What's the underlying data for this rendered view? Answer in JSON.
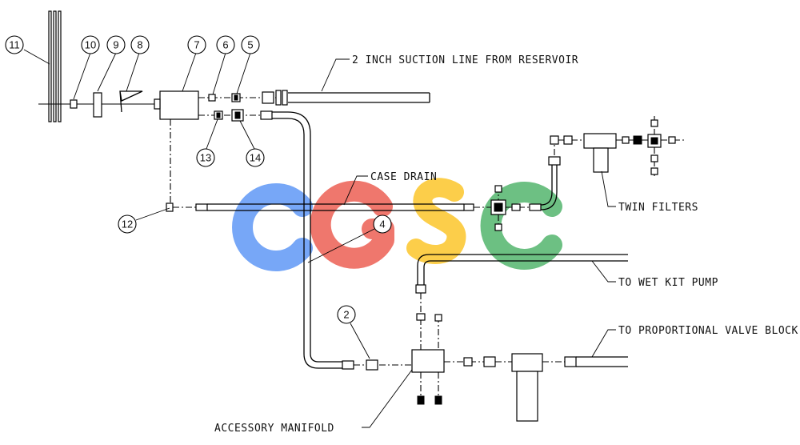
{
  "labels": {
    "suction_line": "2 INCH SUCTION LINE FROM RESERVOIR",
    "case_drain": "CASE DRAIN",
    "twin_filters": "TWIN FILTERS",
    "wet_kit_pump": "TO WET KIT PUMP",
    "proportional_valve": "TO PROPORTIONAL VALVE BLOCK",
    "accessory_manifold": "ACCESSORY MANIFOLD"
  },
  "callouts": [
    "11",
    "10",
    "9",
    "8",
    "7",
    "6",
    "5",
    "13",
    "14",
    "12",
    "4",
    "2"
  ],
  "watermark": {
    "text": "CGSC",
    "letters": [
      "C",
      "G",
      "S",
      "C"
    ],
    "colors": [
      "#4285F4",
      "#EA4335",
      "#FBBC05",
      "#34A853"
    ]
  }
}
